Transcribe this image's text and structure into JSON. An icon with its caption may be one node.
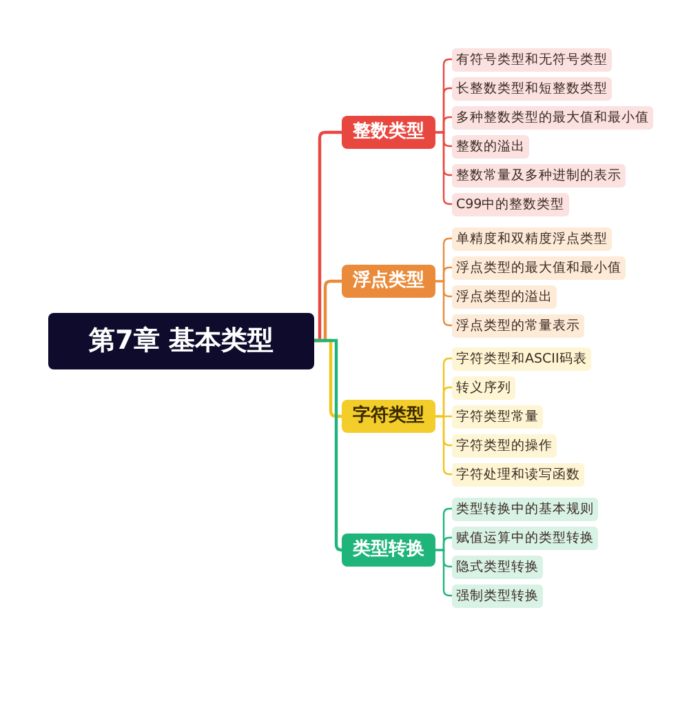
{
  "diagram": {
    "nodes": [
      {
        "text": [
          "第7章  基本类型"
        ]
      },
      {
        "text": [
          "整数类型"
        ]
      },
      {
        "text": [
          "有符号类型和无符号类型"
        ]
      },
      {
        "text": [
          "长整数类型和短整数类型"
        ]
      },
      {
        "text": [
          "多种整数类型的最大值和最小值"
        ]
      },
      {
        "text": [
          "整数的溢出"
        ]
      },
      {
        "text": [
          "整数常量及多种进制的表示"
        ]
      },
      {
        "text": [
          "C99中的整数类型"
        ]
      },
      {
        "text": [
          "浮点类型"
        ]
      },
      {
        "text": [
          "单精度和双精度浮点类型"
        ]
      },
      {
        "text": [
          "浮点类型的最大值和最小值"
        ]
      },
      {
        "text": [
          "浮点类型的溢出"
        ]
      },
      {
        "text": [
          "浮点类型的常量表示"
        ]
      },
      {
        "text": [
          "字符类型"
        ]
      },
      {
        "text": [
          "字符类型和ASCII码表"
        ]
      },
      {
        "text": [
          "转义序列"
        ]
      },
      {
        "text": [
          "字符类型常量"
        ]
      },
      {
        "text": [
          "字符类型的操作"
        ]
      },
      {
        "text": [
          "字符处理和读写函数"
        ]
      },
      {
        "text": [
          "类型转换"
        ]
      },
      {
        "text": [
          "类型转换中的基本规则"
        ]
      },
      {
        "text": [
          "赋值运算中的类型转换"
        ]
      },
      {
        "text": [
          "隐式类型转换"
        ]
      },
      {
        "text": [
          "强制类型转换"
        ]
      }
    ],
    "edges": [
      {
        "from": 0,
        "to": 1,
        "arrow": "none",
        "color": "#e8473f"
      },
      {
        "from": 0,
        "to": 8,
        "arrow": "none",
        "color": "#e98b3a"
      },
      {
        "from": 0,
        "to": 13,
        "arrow": "none",
        "color": "#f0c419"
      },
      {
        "from": 0,
        "to": 19,
        "arrow": "none",
        "color": "#1fb47a"
      },
      {
        "from": 1,
        "to": 2,
        "arrow": "none",
        "color": "#e8473f"
      },
      {
        "from": 1,
        "to": 3,
        "arrow": "none",
        "color": "#e8473f"
      },
      {
        "from": 1,
        "to": 4,
        "arrow": "none",
        "color": "#e8473f"
      },
      {
        "from": 1,
        "to": 5,
        "arrow": "none",
        "color": "#e8473f"
      },
      {
        "from": 1,
        "to": 6,
        "arrow": "none",
        "color": "#e8473f"
      },
      {
        "from": 1,
        "to": 7,
        "arrow": "none",
        "color": "#e8473f"
      },
      {
        "from": 8,
        "to": 9,
        "arrow": "none",
        "color": "#e98b3a"
      },
      {
        "from": 8,
        "to": 10,
        "arrow": "none",
        "color": "#e98b3a"
      },
      {
        "from": 8,
        "to": 11,
        "arrow": "none",
        "color": "#e98b3a"
      },
      {
        "from": 8,
        "to": 12,
        "arrow": "none",
        "color": "#e98b3a"
      },
      {
        "from": 13,
        "to": 14,
        "arrow": "none",
        "color": "#f0c419"
      },
      {
        "from": 13,
        "to": 15,
        "arrow": "none",
        "color": "#f0c419"
      },
      {
        "from": 13,
        "to": 16,
        "arrow": "none",
        "color": "#f0c419"
      },
      {
        "from": 13,
        "to": 17,
        "arrow": "none",
        "color": "#f0c419"
      },
      {
        "from": 13,
        "to": 18,
        "arrow": "none",
        "color": "#f0c419"
      },
      {
        "from": 19,
        "to": 20,
        "arrow": "none",
        "color": "#1fb47a"
      },
      {
        "from": 19,
        "to": 21,
        "arrow": "none",
        "color": "#1fb47a"
      },
      {
        "from": 19,
        "to": 22,
        "arrow": "none",
        "color": "#1fb47a"
      },
      {
        "from": 19,
        "to": 23,
        "arrow": "none",
        "color": "#1fb47a"
      }
    ]
  }
}
